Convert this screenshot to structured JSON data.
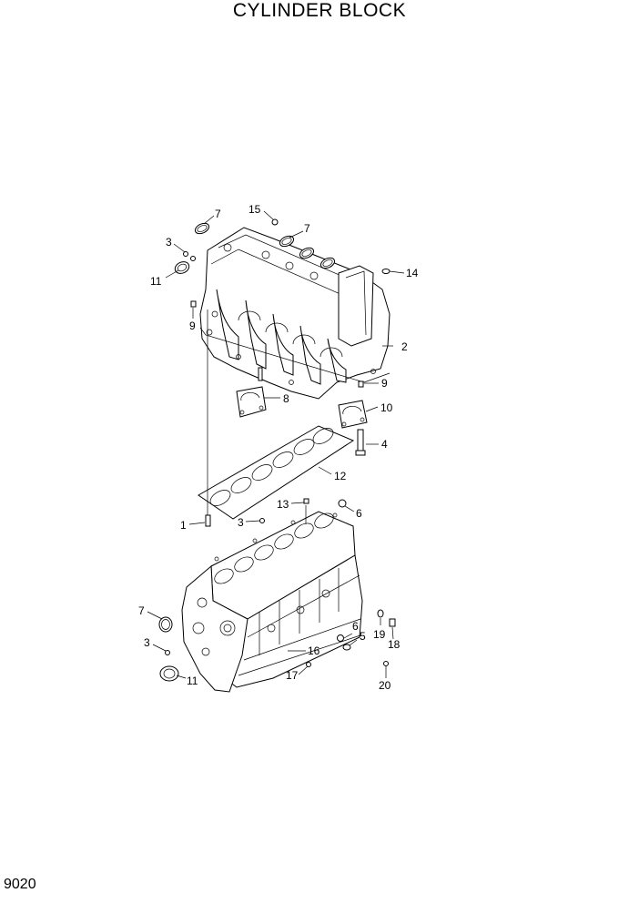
{
  "title": "CYLINDER BLOCK",
  "page_code": "9020",
  "callouts": [
    "1",
    "2",
    "3",
    "3",
    "3",
    "4",
    "5",
    "6",
    "6",
    "7",
    "7",
    "7",
    "8",
    "9",
    "9",
    "10",
    "11",
    "11",
    "12",
    "13",
    "14",
    "15",
    "16",
    "17",
    "18",
    "19",
    "20"
  ]
}
